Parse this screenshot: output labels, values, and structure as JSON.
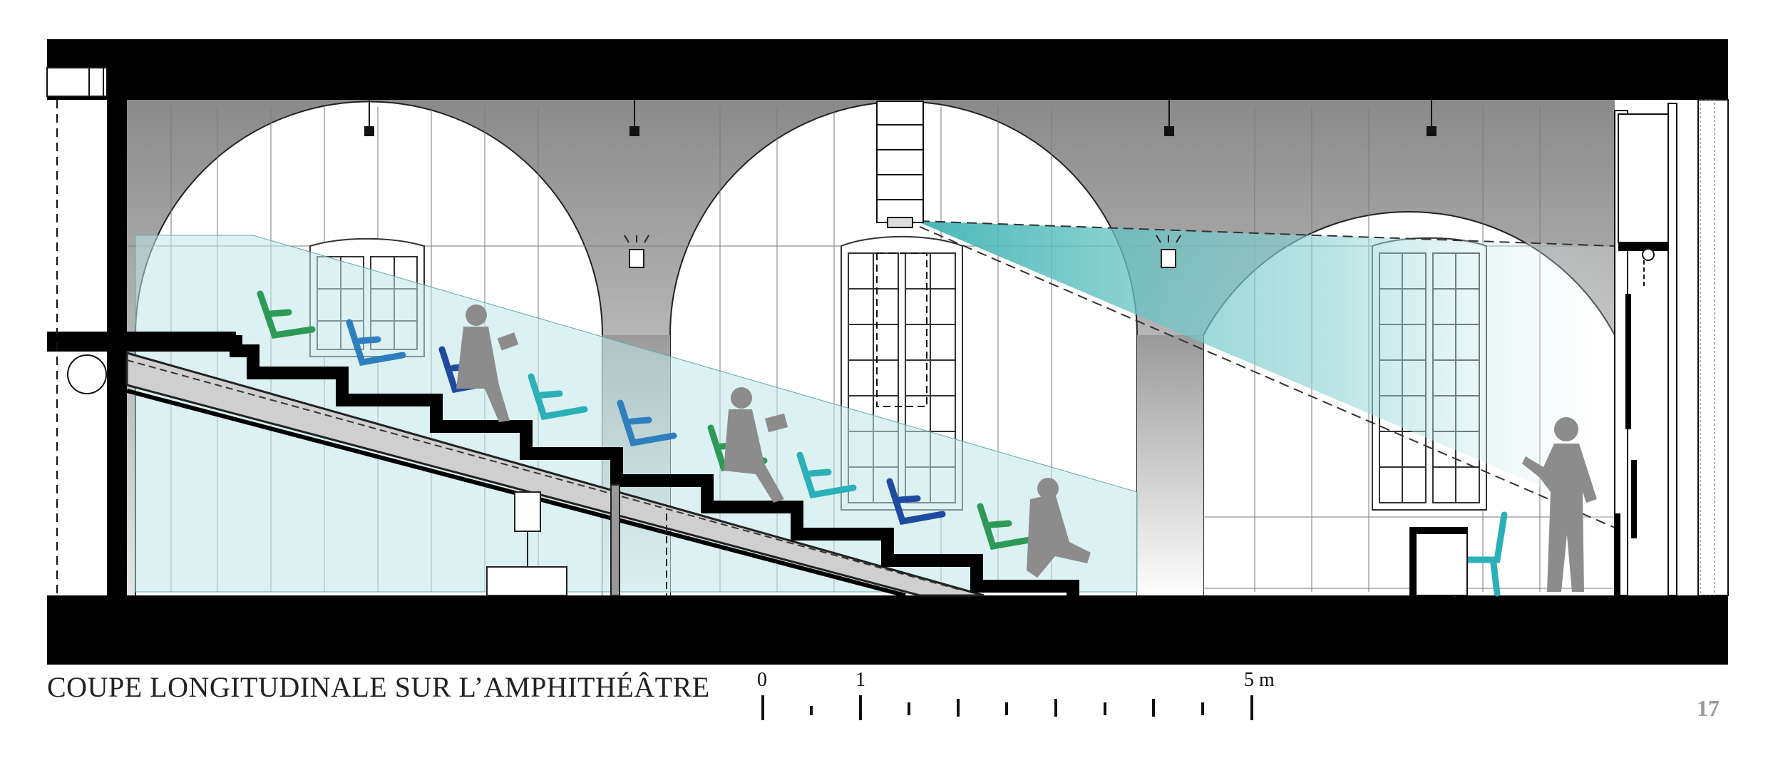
{
  "drawing": {
    "caption": "COUPE LONGITUDINALE SUR L’AMPHITHÉÂTRE",
    "scale_labels": [
      "0",
      "1",
      "5 m"
    ],
    "page_number": "17"
  },
  "colors": {
    "structure": "#000000",
    "projection_light": "#6cc7c7",
    "seat_green": "#2e9a57",
    "seat_blue": "#2f7fbf",
    "seat_navy": "#1f4aa0",
    "seat_teal": "#2bb0b8",
    "silhouette": "#8c8c8c",
    "page_number": "#9a9a9a"
  },
  "icons": [
    "projector-icon",
    "ceiling-light-icon",
    "wall-lamp-icon",
    "seated-person-icon",
    "standing-person-icon",
    "auditorium-seat-icon"
  ]
}
